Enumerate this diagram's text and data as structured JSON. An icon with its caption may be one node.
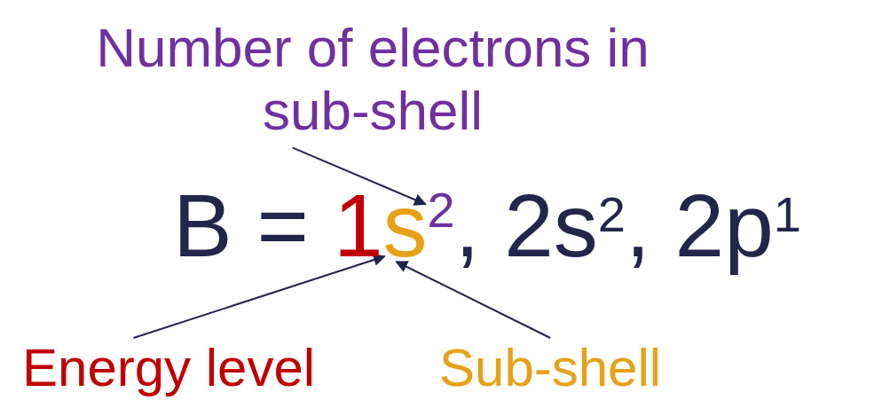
{
  "diagram": {
    "nodes": [
      {
        "text": [
          "Number of electrons in sub-shell"
        ]
      },
      {
        "text": [
          "1"
        ]
      },
      {
        "text": [
          "s"
        ]
      },
      {
        "text": [
          "2"
        ]
      },
      {
        "text": [
          "Energy level"
        ]
      },
      {
        "text": [
          "Sub-shell"
        ]
      }
    ],
    "edges": [
      {
        "from": 0,
        "to": 3,
        "arrow": "to"
      },
      {
        "from": 4,
        "to": 1,
        "arrow": "to"
      },
      {
        "from": 5,
        "to": 2,
        "arrow": "to"
      }
    ],
    "labels": [
      "B =",
      ", 2s$^{2}$, 2p$^{1}$"
    ]
  }
}
